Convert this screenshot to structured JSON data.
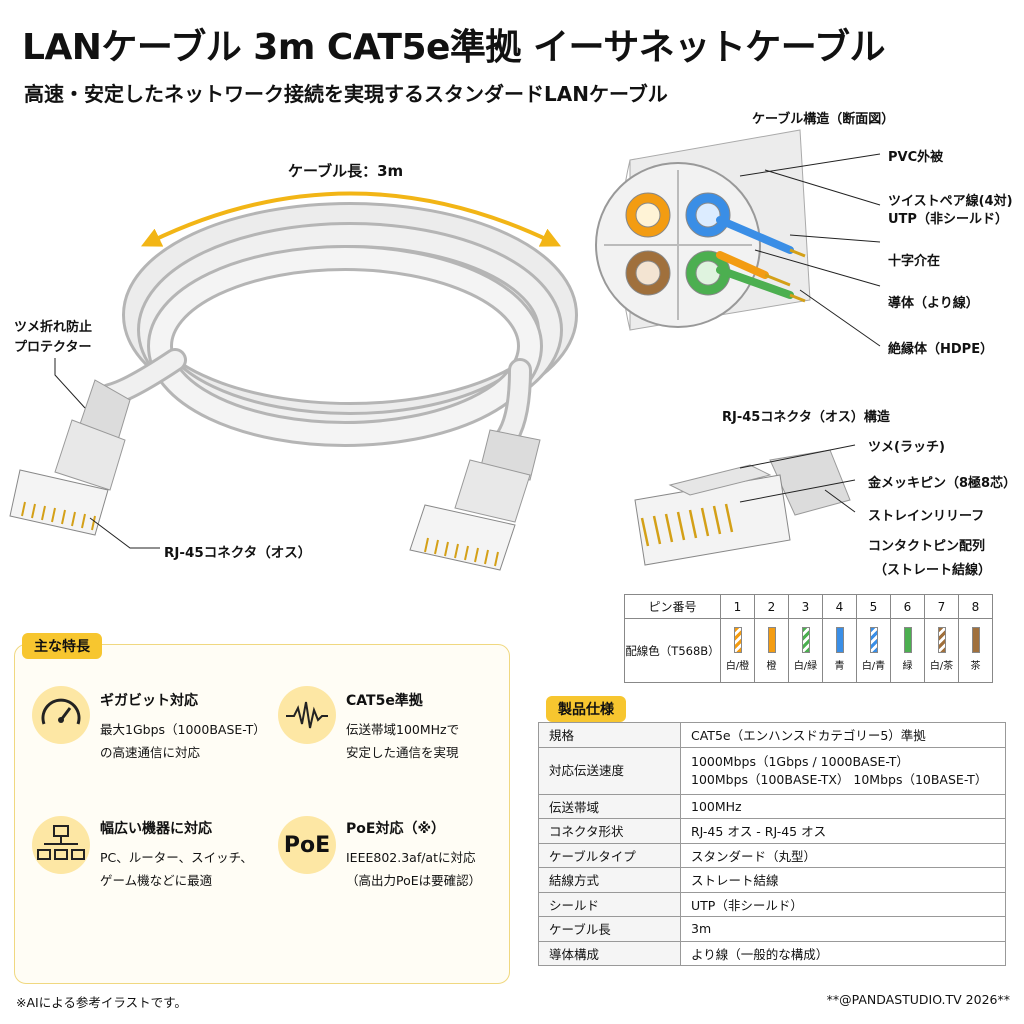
{
  "title": "LANケーブル 3m CAT5e準拠 イーサネットケーブル",
  "subtitle": "高速・安定したネットワーク接続を実現するスタンダードLANケーブル",
  "cable_illustration": {
    "length_label": "ケーブル長：3m",
    "protector_label": "ツメ折れ防止\nプロテクター",
    "protector_line1": "ツメ折れ防止",
    "protector_line2": "プロテクター",
    "connector_label": "RJ-45コネクタ（オス）"
  },
  "cross_section": {
    "title": "ケーブル構造（断面図）",
    "labels": [
      "PVC外被",
      "ツイストペア線(4対)",
      "UTP（非シールド）",
      "十字介在",
      "導体（より線）",
      "絶縁体（HDPE）"
    ]
  },
  "connector_structure": {
    "title": "RJ-45コネクタ（オス）構造",
    "labels": [
      "ツメ(ラッチ)",
      "金メッキピン（8極8芯）",
      "ストレインリリーフ"
    ],
    "pin_title_line1": "コンタクトピン配列",
    "pin_title_line2": "（ストレート結線）"
  },
  "pin_table": {
    "header_label": "ピン番号",
    "row_label": "配線色（T568B）",
    "pins": [
      {
        "num": "1",
        "abbr": "白/橙",
        "color": "#f39c12",
        "striped": true
      },
      {
        "num": "2",
        "abbr": "橙",
        "color": "#f39c12",
        "striped": false
      },
      {
        "num": "3",
        "abbr": "白/緑",
        "color": "#4caf50",
        "striped": true
      },
      {
        "num": "4",
        "abbr": "青",
        "color": "#3a8ee6",
        "striped": false
      },
      {
        "num": "5",
        "abbr": "白/青",
        "color": "#3a8ee6",
        "striped": true
      },
      {
        "num": "6",
        "abbr": "緑",
        "color": "#4caf50",
        "striped": false
      },
      {
        "num": "7",
        "abbr": "白/茶",
        "color": "#a0703c",
        "striped": true
      },
      {
        "num": "8",
        "abbr": "茶",
        "color": "#a0703c",
        "striped": false
      }
    ]
  },
  "features": {
    "heading": "主な特長",
    "items": [
      {
        "icon": "speedometer-icon",
        "title": "ギガビット対応",
        "desc1": "最大1Gbps（1000BASE-T）",
        "desc2": "の高速通信に対応"
      },
      {
        "icon": "waveform-icon",
        "title": "CAT5e準拠",
        "desc1": "伝送帯域100MHzで",
        "desc2": "安定した通信を実現"
      },
      {
        "icon": "network-devices-icon",
        "title": "幅広い機器に対応",
        "desc1": "PC、ルーター、スイッチ、",
        "desc2": "ゲーム機などに最適"
      },
      {
        "icon": "poe-icon",
        "icon_text": "PoE",
        "title": "PoE対応（※）",
        "desc1": "IEEE802.3af/atに対応",
        "desc2": "（高出力PoEは要確認）"
      }
    ]
  },
  "specs": {
    "heading": "製品仕様",
    "rows": [
      {
        "key": "規格",
        "value": "CAT5e（エンハンスドカテゴリー5）準拠",
        "value2": ""
      },
      {
        "key": "対応伝送速度",
        "value": "1000Mbps（1Gbps / 1000BASE-T）",
        "value2": "100Mbps（100BASE-TX） 10Mbps（10BASE-T）"
      },
      {
        "key": "伝送帯域",
        "value": "100MHz",
        "value2": ""
      },
      {
        "key": "コネクタ形状",
        "value": "RJ-45 オス - RJ-45 オス",
        "value2": ""
      },
      {
        "key": "ケーブルタイプ",
        "value": "スタンダード（丸型）",
        "value2": ""
      },
      {
        "key": "結線方式",
        "value": "ストレート結線",
        "value2": ""
      },
      {
        "key": "シールド",
        "value": "UTP（非シールド）",
        "value2": ""
      },
      {
        "key": "ケーブル長",
        "value": "3m",
        "value2": ""
      },
      {
        "key": "導体構成",
        "value": "より線（一般的な構成）",
        "value2": ""
      }
    ]
  },
  "footnote": "※AIによる参考イラストです。",
  "credit": "**@PANDASTUDIO.TV 2026**",
  "colors": {
    "accent": "#f7c62f",
    "cable": "#e4e4e4",
    "cable_shadow": "#b8b8b8"
  }
}
